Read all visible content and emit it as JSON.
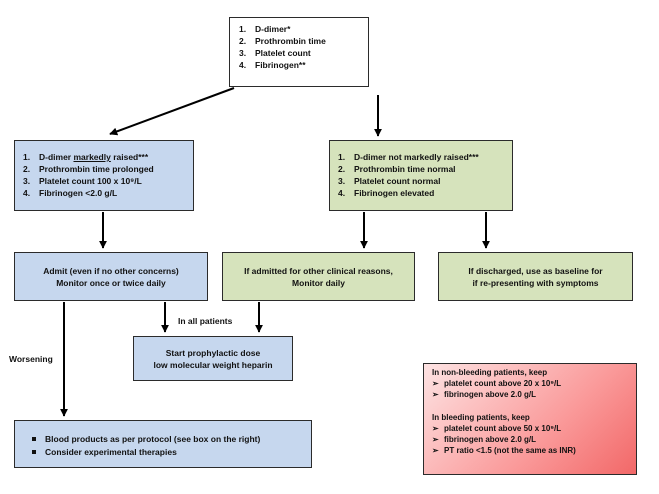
{
  "top_box": {
    "items": [
      {
        "n": "1.",
        "text": "D-dimer*"
      },
      {
        "n": "2.",
        "text": "Prothrombin time"
      },
      {
        "n": "3.",
        "text": "Platelet count"
      },
      {
        "n": "4.",
        "text": "Fibrinogen**"
      }
    ]
  },
  "left_criteria": {
    "item1_prefix": "D-dimer ",
    "item1_underlined": "markedly",
    "item1_suffix": " raised***",
    "items": [
      {
        "n": "1."
      },
      {
        "n": "2.",
        "text": "Prothrombin time prolonged"
      },
      {
        "n": "3.",
        "text": "Platelet count 100 x 10⁹/L"
      },
      {
        "n": "4.",
        "text": "Fibrinogen <2.0 g/L"
      }
    ]
  },
  "right_criteria": {
    "items": [
      {
        "n": "1.",
        "text": "D-dimer not markedly raised***"
      },
      {
        "n": "2.",
        "text": "Prothrombin time normal"
      },
      {
        "n": "3.",
        "text": "Platelet count normal"
      },
      {
        "n": "4.",
        "text": "Fibrinogen elevated"
      }
    ]
  },
  "admit_box": {
    "line1": "Admit (even if no other concerns)",
    "line2": "Monitor once or twice daily"
  },
  "admitted_box": {
    "line1": "If admitted for other clinical reasons,",
    "line2": "Monitor daily"
  },
  "discharged_box": {
    "line1": "If discharged, use as baseline for",
    "line2": "if re-presenting with symptoms"
  },
  "heparin_box": {
    "line1": "Start prophylactic dose",
    "line2": "low molecular weight heparin"
  },
  "blood_box": {
    "items": [
      "Blood products as per protocol (see box on the right)",
      "Consider experimental therapies"
    ]
  },
  "labels": {
    "all_patients": "In all patients",
    "worsening": "Worsening"
  },
  "targets_box": {
    "heading1": "In non-bleeding patients, keep",
    "list1": [
      "platelet count above 20 x 10⁹/L",
      "fibrinogen above 2.0 g/L"
    ],
    "heading2": "In bleeding patients, keep",
    "list2": [
      "platelet count above 50 x 10⁹/L",
      "fibrinogen above 2.0 g/L",
      "PT ratio <1.5 (not the same as INR)"
    ],
    "bullet": "➢"
  },
  "colors": {
    "blue_box": "#c6d7ee",
    "green_box": "#d6e3bc",
    "red_box": "#f26868",
    "dashed_arrow": "#1f3d7a",
    "arrow": "#000000"
  }
}
